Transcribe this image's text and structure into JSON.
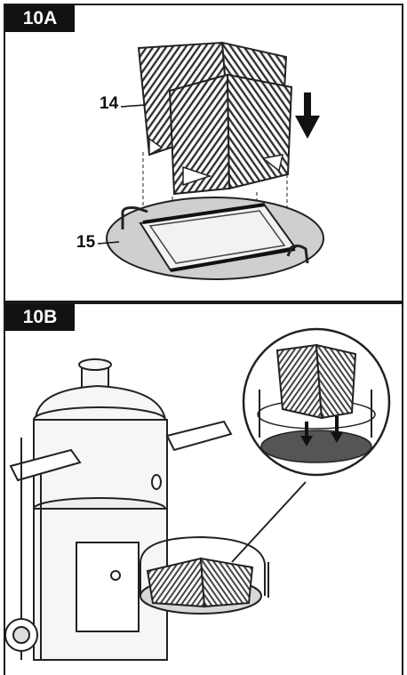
{
  "step_a": {
    "tag": "10A",
    "callouts": {
      "basket": "14",
      "plate": "15"
    }
  },
  "step_b": {
    "tag": "10B"
  },
  "icons": [
    "down-arrow-icon",
    "magnifier-circle-icon"
  ],
  "colors": {
    "ink": "#111111",
    "plate_fill": "#cfcfcf",
    "panel_border": "#1a1a1a"
  }
}
